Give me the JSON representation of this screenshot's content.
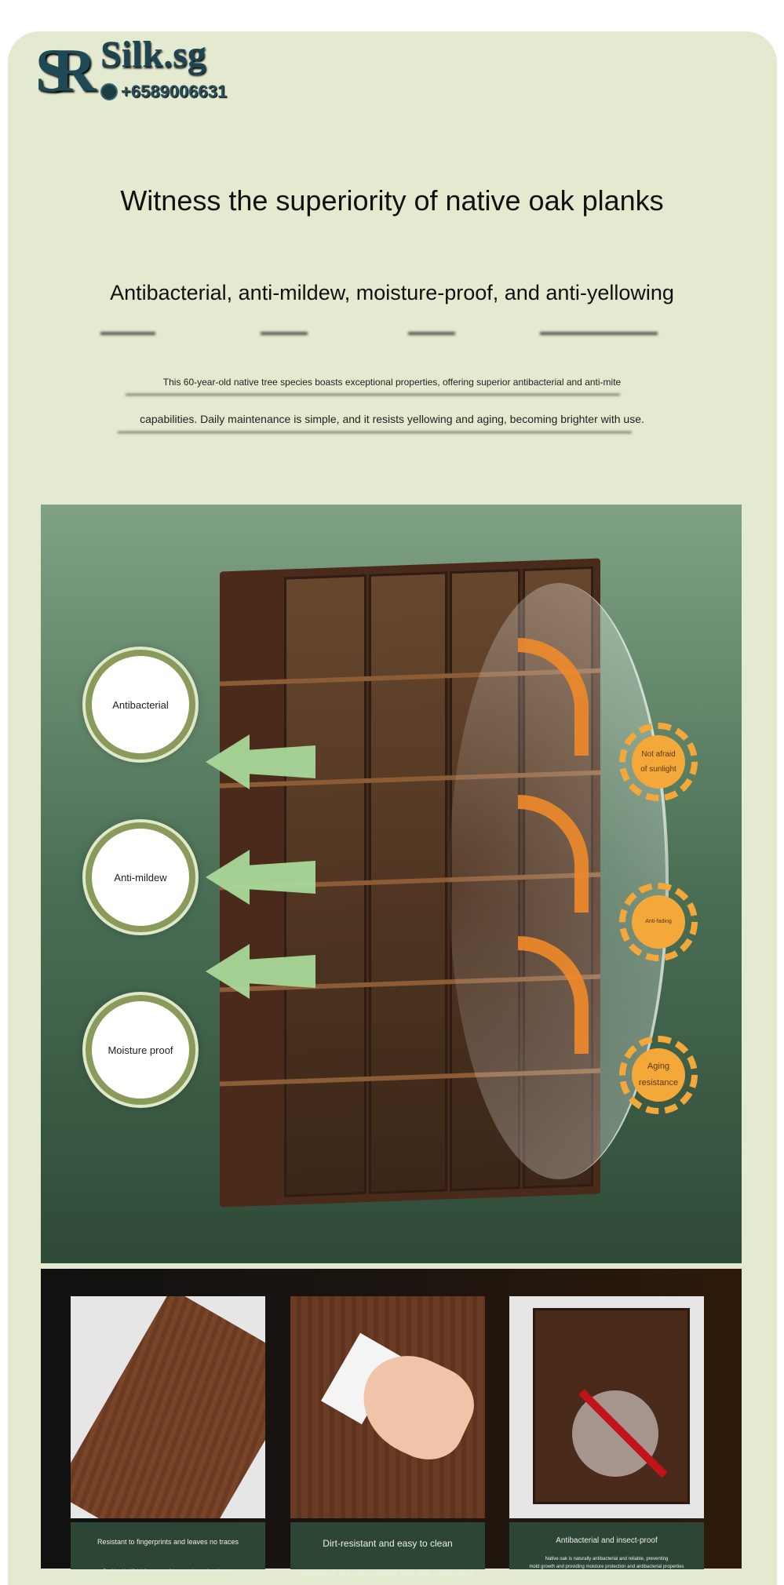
{
  "logo": {
    "brand": "Silk.sg",
    "monogram": "SR",
    "phone": "+6589006631"
  },
  "header": {
    "title": "Witness the superiority of native oak planks",
    "subtitle": "Antibacterial, anti-mildew, moisture-proof, and anti-yellowing",
    "paragraph": [
      "This 60-year-old native tree species boasts exceptional properties, offering superior antibacterial and anti-mite",
      "capabilities. Daily maintenance is simple, and it resists yellowing and aging, becoming brighter with use."
    ]
  },
  "hero": {
    "left_badges": [
      "Antibacterial",
      "Anti-mildew",
      "Moisture proof"
    ],
    "suns": [
      [
        "Not afraid",
        "of sunlight"
      ],
      [
        "Anti-fading"
      ],
      [
        "Aging",
        "resistance"
      ]
    ]
  },
  "features": [
    {
      "title": "Resistant to fingerprints and leaves no traces",
      "desc": "Double-sided finish for wear resistance and scratch resistance"
    },
    {
      "title": "Dirt-resistant and easy to clean",
      "desc": "Waterproof and stain-resistant, easy daily maintenance"
    },
    {
      "title": "Antibacterial and insect-proof",
      "desc": "Native oak is naturally antibacterial and reliable, preventing",
      "desc2": "mold growth and providing moisture protection and antibacterial properties"
    }
  ]
}
